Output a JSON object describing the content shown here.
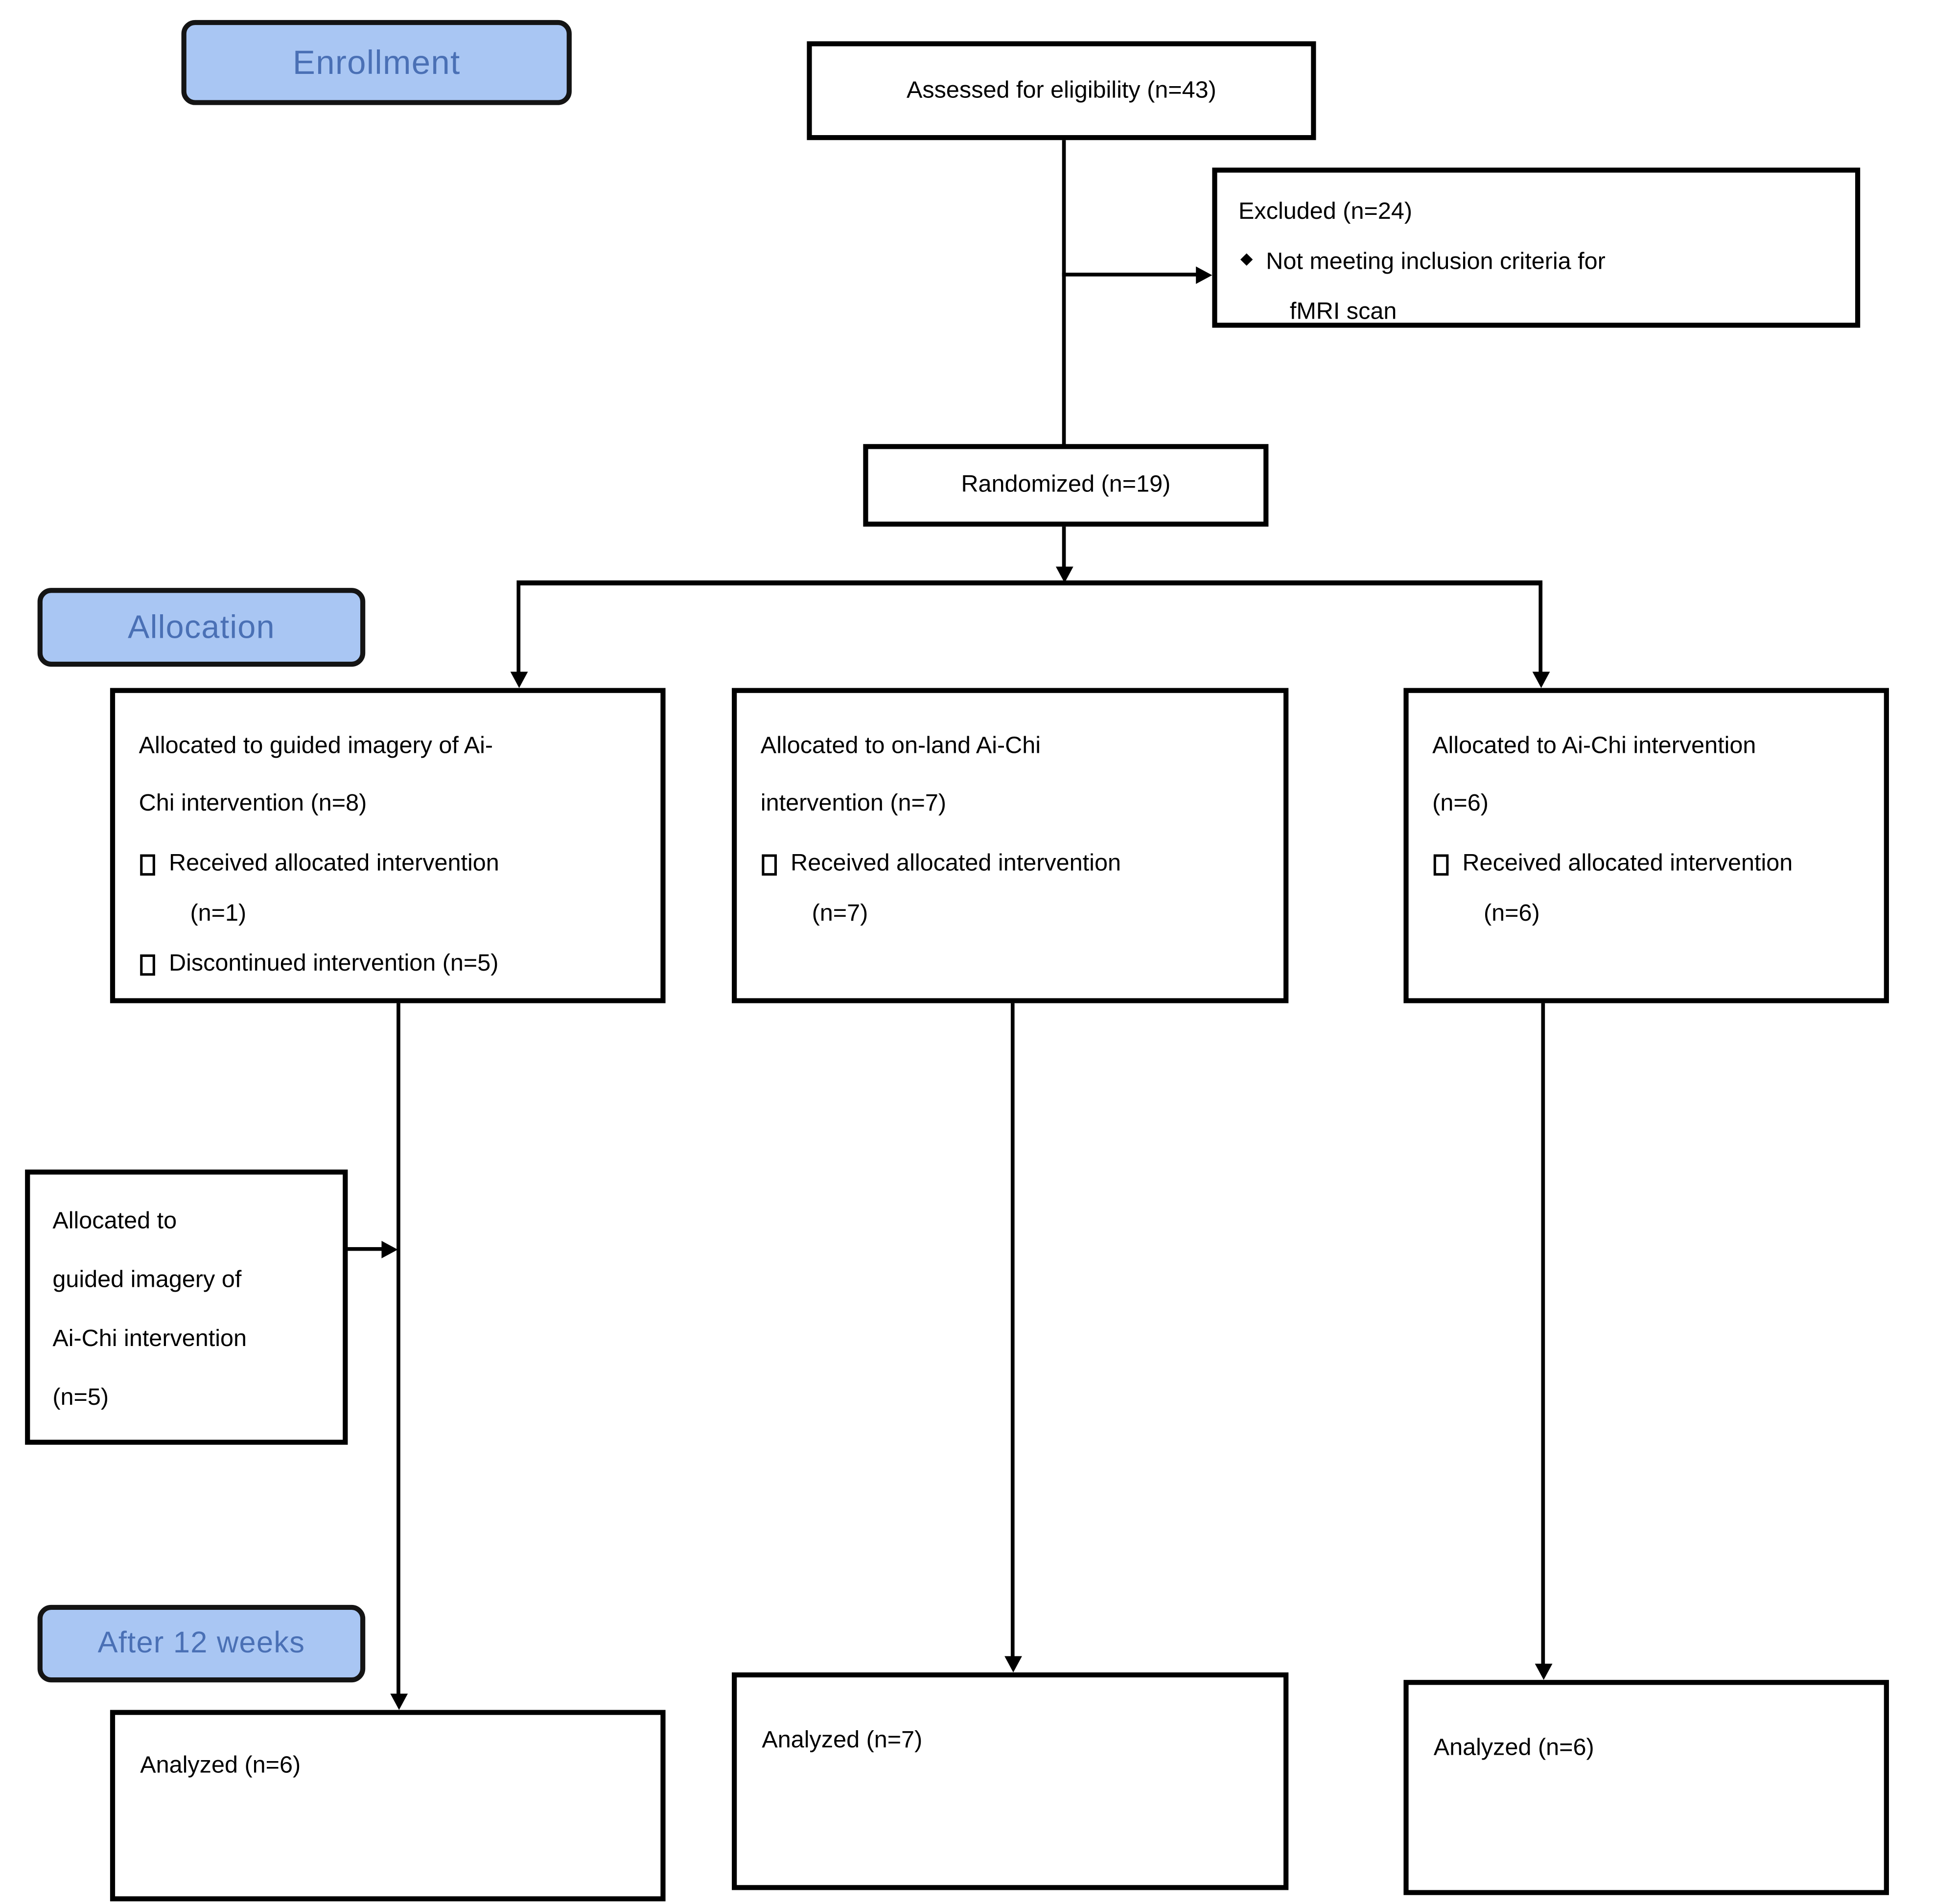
{
  "stages": {
    "enrollment": "Enrollment",
    "allocation": "Allocation",
    "after": "After 12 weeks"
  },
  "boxes": {
    "assessed": "Assessed for eligibility (n=43)",
    "excluded": {
      "title": "Excluded (n=24)",
      "bullet_line1": "Not meeting inclusion criteria for",
      "bullet_line2": "fMRI scan"
    },
    "randomized": "Randomized (n=19)",
    "alloc_left": {
      "line1": "Allocated to guided imagery of Ai-",
      "line2": "Chi intervention (n=8)",
      "b1_line1": "Received allocated intervention",
      "b1_line2": "(n=1)",
      "b2": "Discontinued intervention (n=5)"
    },
    "alloc_mid": {
      "line1": "Allocated to on-land Ai-Chi",
      "line2": "intervention (n=7)",
      "b1_line1": "Received allocated intervention",
      "b1_line2": "(n=7)"
    },
    "alloc_right": {
      "line1": "Allocated to Ai-Chi intervention",
      "line2": "(n=6)",
      "b1_line1": "Received allocated intervention",
      "b1_line2": "(n=6)"
    },
    "side_reallocated": {
      "line1": "Allocated to",
      "line2": "guided imagery of",
      "line3": "Ai-Chi intervention",
      "line4": "(n=5)"
    },
    "analyzed_left": "Analyzed (n=6)",
    "analyzed_mid": "Analyzed (n=7)",
    "analyzed_right": "Analyzed (n=6)"
  },
  "colors": {
    "stage_fill": "#a9c6f3",
    "stage_text": "#4a70b5",
    "line": "#000000"
  }
}
